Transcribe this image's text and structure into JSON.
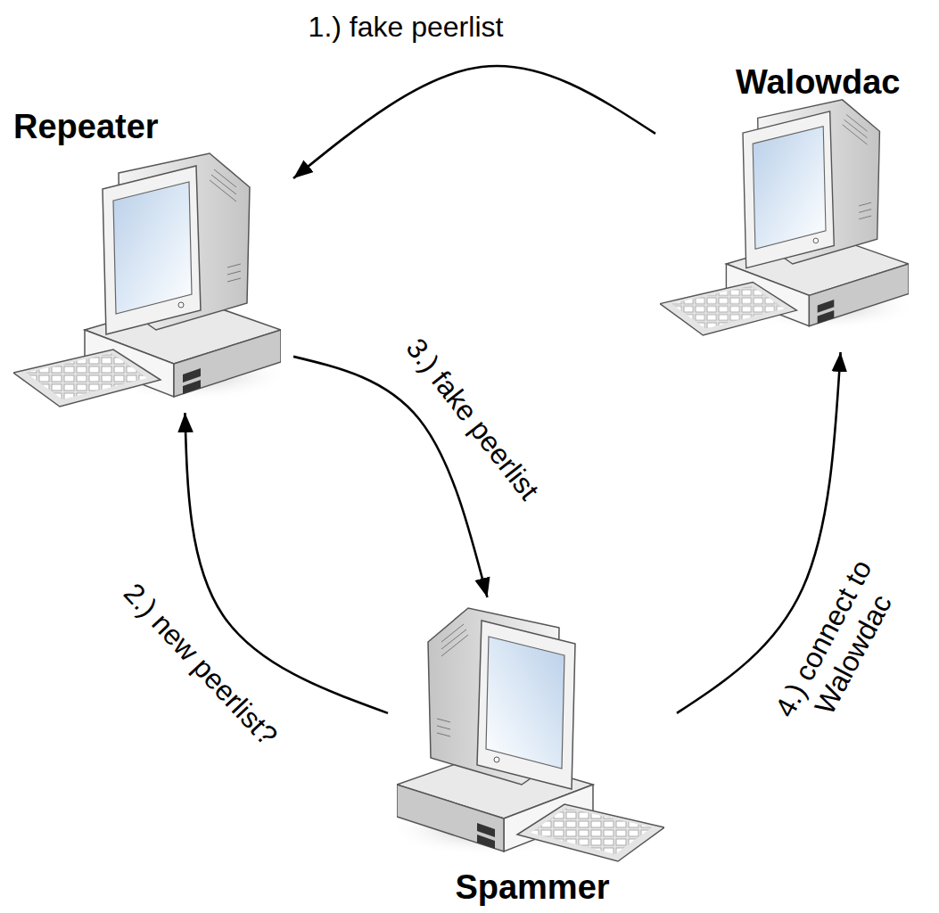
{
  "diagram": {
    "nodes": [
      {
        "text": [
          "Repeater"
        ]
      },
      {
        "text": [
          "Walowdac"
        ]
      },
      {
        "text": [
          "Spammer"
        ]
      }
    ],
    "edges": [
      {
        "from": 1,
        "to": 0,
        "label": "1.) fake peerlist",
        "arrow": "to"
      },
      {
        "from": 2,
        "to": 0,
        "label": "2.) new peerlist?",
        "arrow": "to"
      },
      {
        "from": 0,
        "to": 2,
        "label": "3.) fake peerlist",
        "arrow": "to"
      },
      {
        "from": 2,
        "to": 1,
        "label": "4.) connect to Walowdac",
        "arrow": "to"
      }
    ]
  }
}
